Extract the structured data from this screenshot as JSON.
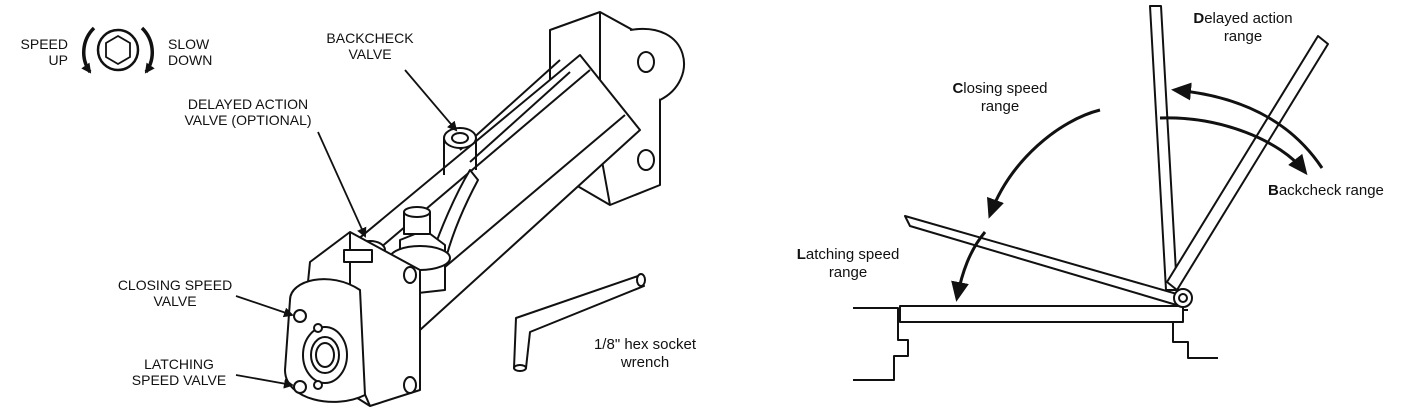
{
  "left_diagram": {
    "speed_dial": {
      "left_label": "SPEED\nUP",
      "right_label": "SLOW\nDOWN",
      "icon": "hex-socket-icon"
    },
    "callouts": {
      "backcheck_valve": "BACKCHECK\nVALVE",
      "delayed_action_valve": "DELAYED ACTION\nVALVE (OPTIONAL)",
      "closing_speed_valve": "CLOSING SPEED\nVALVE",
      "latching_speed_valve": "LATCHING\nSPEED VALVE"
    },
    "tool_label": "1/8\" hex socket\nwrench"
  },
  "right_diagram": {
    "ranges": {
      "delayed_action": {
        "initial": "D",
        "rest": "elayed action\nrange"
      },
      "closing_speed": {
        "initial": "C",
        "rest": "losing speed\nrange"
      },
      "backcheck": {
        "initial": "B",
        "rest": "ackcheck range"
      },
      "latching_speed": {
        "initial": "L",
        "rest": "atching speed\nrange"
      }
    }
  }
}
